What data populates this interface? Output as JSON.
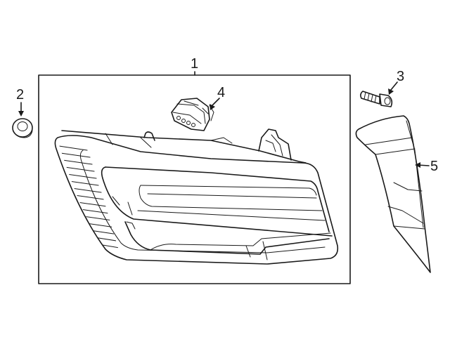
{
  "callouts": {
    "c1": "1",
    "c2": "2",
    "c3": "3",
    "c4": "4",
    "c5": "5"
  },
  "parts": [
    {
      "callout": "1",
      "name": "tail-lamp-assembly"
    },
    {
      "callout": "2",
      "name": "grommet"
    },
    {
      "callout": "3",
      "name": "bolt"
    },
    {
      "callout": "4",
      "name": "connector"
    },
    {
      "callout": "5",
      "name": "trim-panel"
    }
  ]
}
